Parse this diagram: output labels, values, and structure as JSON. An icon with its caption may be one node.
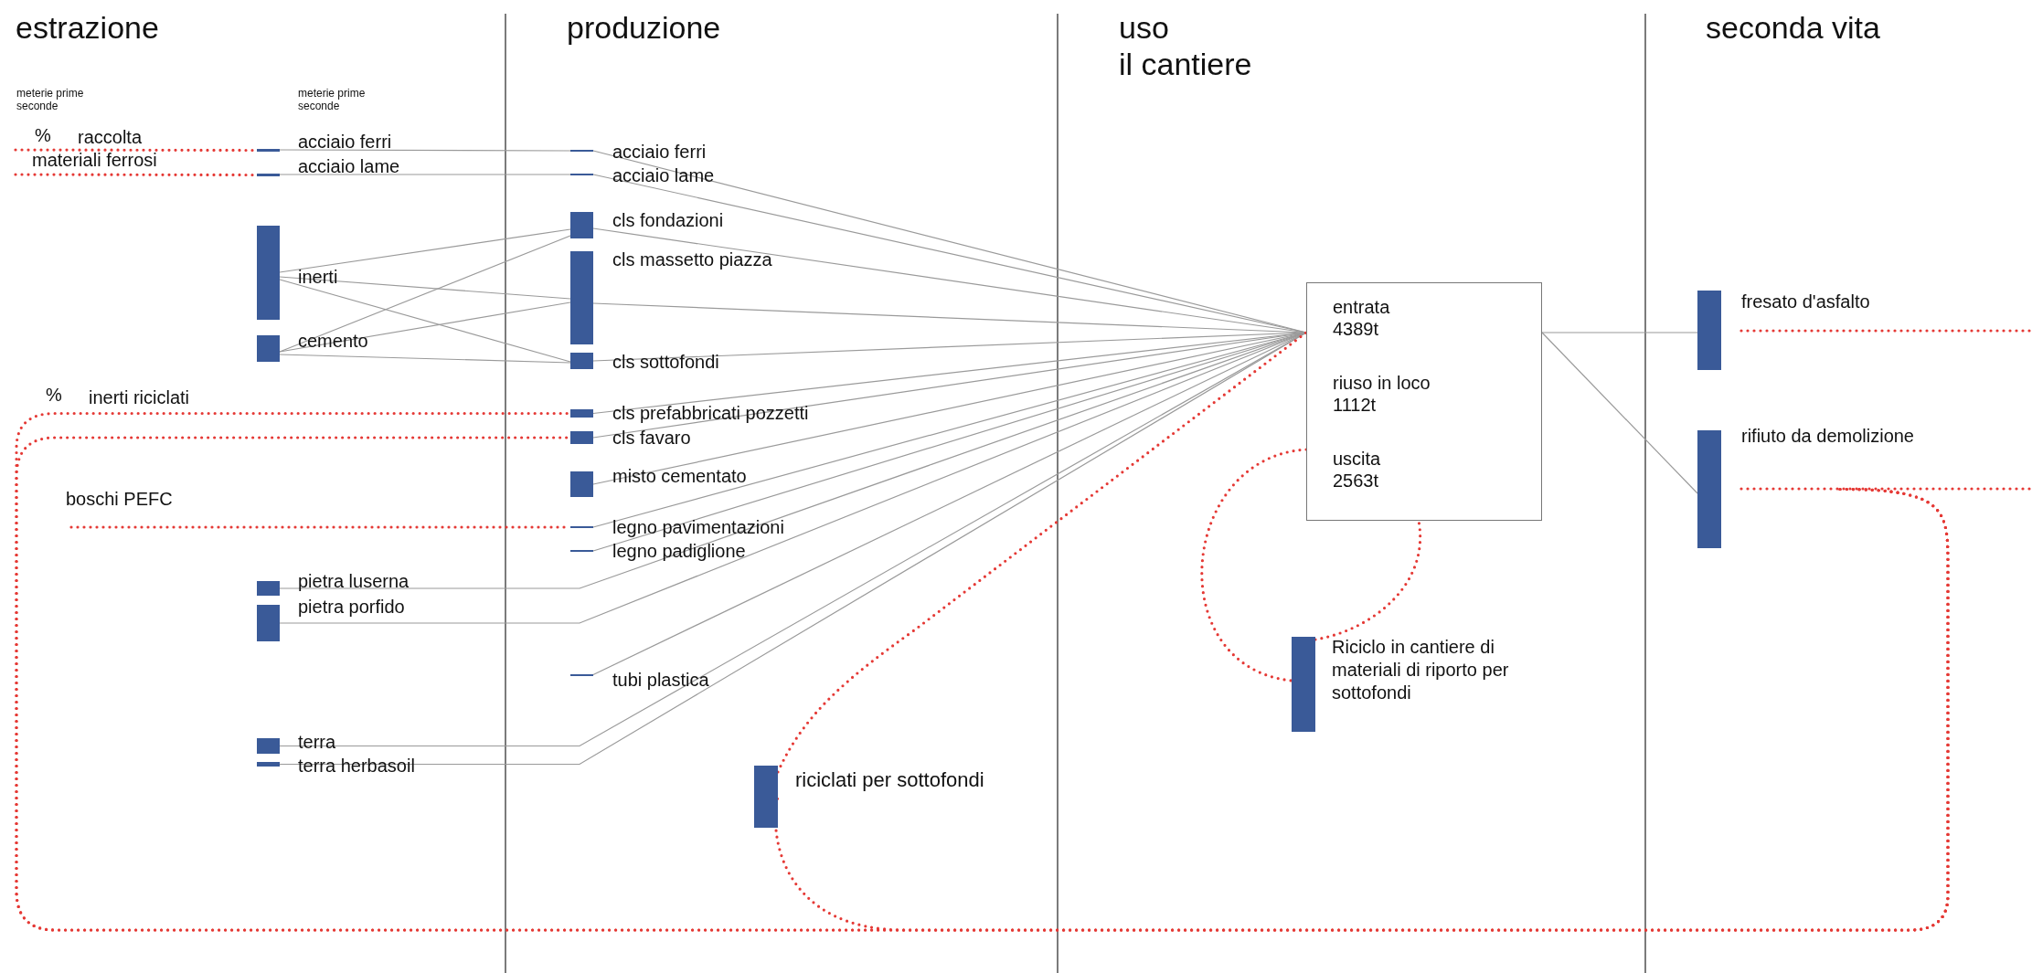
{
  "diagram": {
    "nodes": [
      {
        "text": [
          "raccolta materiali ferrosi"
        ]
      },
      {
        "text": [
          "acciaio ferri"
        ]
      },
      {
        "text": [
          "acciaio lame"
        ]
      },
      {
        "text": [
          "inerti"
        ]
      },
      {
        "text": [
          "cemento"
        ]
      },
      {
        "text": [
          "boschi PEFC"
        ]
      },
      {
        "text": [
          "pietra luserna"
        ]
      },
      {
        "text": [
          "pietra porfido"
        ]
      },
      {
        "text": [
          "terra"
        ]
      },
      {
        "text": [
          "terra herbasoil"
        ]
      },
      {
        "text": [
          "acciaio ferri"
        ]
      },
      {
        "text": [
          "acciaio lame"
        ]
      },
      {
        "text": [
          "cls fondazioni"
        ]
      },
      {
        "text": [
          "cls massetto piazza"
        ]
      },
      {
        "text": [
          "cls sottofondi"
        ]
      },
      {
        "text": [
          "cls prefabbricati pozzetti"
        ]
      },
      {
        "text": [
          "cls favaro"
        ]
      },
      {
        "text": [
          "misto cementato"
        ]
      },
      {
        "text": [
          "legno pavimentazioni"
        ]
      },
      {
        "text": [
          "legno padiglione"
        ]
      },
      {
        "text": [
          "tubi plastica"
        ]
      },
      {
        "text": [
          "riciclati per sottofondi"
        ]
      },
      {
        "text": [
          "entrata 4389t",
          "riuso in loco 1112t",
          "uscita 2563t"
        ]
      },
      {
        "text": [
          "Riciclo in cantiere di materiali di riporto per sottofondi"
        ]
      },
      {
        "text": [
          "fresato d'asfalto"
        ]
      },
      {
        "text": [
          "rifiuto da demolizione"
        ]
      }
    ],
    "edges": [
      {
        "from": 0,
        "to": 1,
        "arrow": "none",
        "style": "dashed",
        "color": "#e53935"
      },
      {
        "from": 0,
        "to": 2,
        "arrow": "none",
        "style": "dashed",
        "color": "#e53935"
      },
      {
        "from": 1,
        "to": 10,
        "arrow": "none"
      },
      {
        "from": 2,
        "to": 11,
        "arrow": "none"
      },
      {
        "from": 3,
        "to": 12,
        "arrow": "none"
      },
      {
        "from": 3,
        "to": 13,
        "arrow": "none"
      },
      {
        "from": 3,
        "to": 14,
        "arrow": "none"
      },
      {
        "from": 4,
        "to": 12,
        "arrow": "none"
      },
      {
        "from": 4,
        "to": 13,
        "arrow": "none"
      },
      {
        "from": 4,
        "to": 14,
        "arrow": "none"
      },
      {
        "from": 6,
        "to": 22,
        "arrow": "none"
      },
      {
        "from": 7,
        "to": 22,
        "arrow": "none"
      },
      {
        "from": 8,
        "to": 22,
        "arrow": "none"
      },
      {
        "from": 9,
        "to": 22,
        "arrow": "none"
      },
      {
        "from": 10,
        "to": 22,
        "arrow": "none"
      },
      {
        "from": 11,
        "to": 22,
        "arrow": "none"
      },
      {
        "from": 12,
        "to": 22,
        "arrow": "none"
      },
      {
        "from": 13,
        "to": 22,
        "arrow": "none"
      },
      {
        "from": 14,
        "to": 22,
        "arrow": "none"
      },
      {
        "from": 15,
        "to": 22,
        "arrow": "none"
      },
      {
        "from": 16,
        "to": 22,
        "arrow": "none"
      },
      {
        "from": 17,
        "to": 22,
        "arrow": "none"
      },
      {
        "from": 18,
        "to": 22,
        "arrow": "none"
      },
      {
        "from": 19,
        "to": 22,
        "arrow": "none"
      },
      {
        "from": 20,
        "to": 22,
        "arrow": "none"
      },
      {
        "from": 5,
        "to": 18,
        "arrow": "none",
        "style": "dashed",
        "color": "#e53935"
      },
      {
        "from": 25,
        "to": 15,
        "arrow": "none",
        "style": "dashed",
        "color": "#e53935",
        "label": "inerti riciclati"
      },
      {
        "from": 25,
        "to": 16,
        "arrow": "none",
        "style": "dashed",
        "color": "#e53935"
      },
      {
        "from": 25,
        "to": 21,
        "arrow": "none",
        "style": "dashed",
        "color": "#e53935"
      },
      {
        "from": 21,
        "to": 22,
        "arrow": "none",
        "style": "dashed",
        "color": "#e53935"
      },
      {
        "from": 22,
        "to": 23,
        "arrow": "none",
        "style": "dashed",
        "color": "#e53935"
      },
      {
        "from": 23,
        "to": 22,
        "arrow": "none",
        "style": "dashed",
        "color": "#e53935"
      },
      {
        "from": 22,
        "to": 24,
        "arrow": "none"
      },
      {
        "from": 22,
        "to": 25,
        "arrow": "none"
      },
      {
        "from": 24,
        "to": null,
        "arrow": "none",
        "style": "dashed",
        "color": "#e53935"
      },
      {
        "from": 25,
        "to": null,
        "arrow": "none",
        "style": "dashed",
        "color": "#e53935"
      }
    ],
    "labels": [
      "estrazione",
      "produzione",
      "uso",
      "il cantiere",
      "seconda vita",
      "meterie prime seconde",
      "meterie prime seconde",
      "%",
      "%"
    ]
  }
}
